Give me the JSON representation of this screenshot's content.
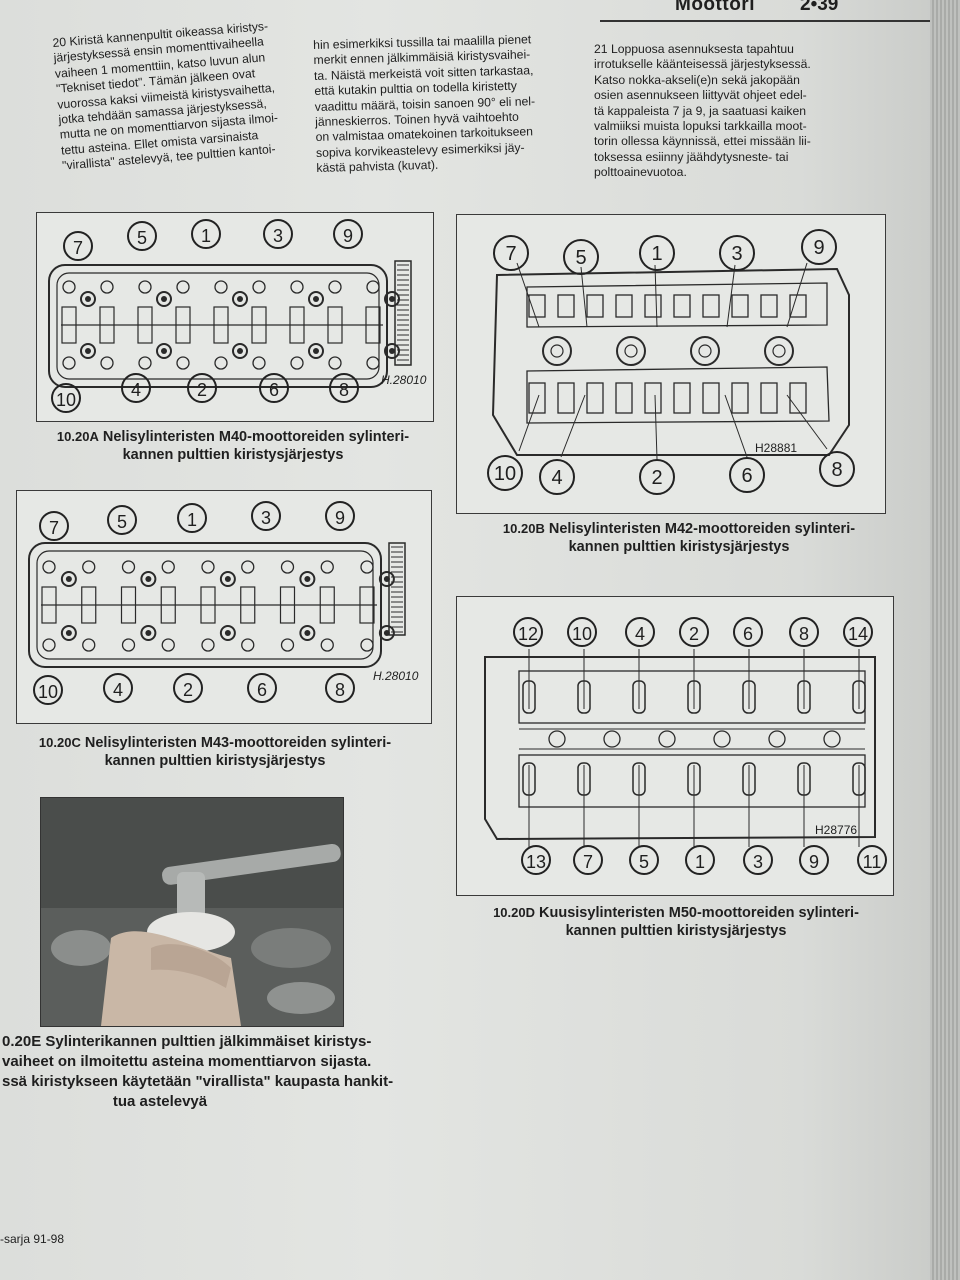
{
  "header": {
    "section": "Moottori",
    "page": "2•39"
  },
  "columns": {
    "col1": [
      "20 Kiristä kannenpultit oikeassa kiristys-",
      "järjestyksessä ensin momenttivaiheella",
      "vaiheen 1 momenttiin, katso luvun alun",
      "\"Tekniset tiedot\". Tämän jälkeen ovat",
      "vuorossa kaksi viimeistä kiristysvaihetta,",
      "jotka tehdään samassa järjestyksessä,",
      "mutta ne on momenttiarvon sijasta ilmoi-",
      "tettu asteina. Ellet omista varsinaista",
      "\"virallista\" astelevyä, tee pulttien kantoi-"
    ],
    "col2": [
      "hin esimerkiksi tussilla tai maalilla pienet",
      "merkit ennen jälkimmäisiä kiristysvaihei-",
      "ta. Näistä merkeistä voit sitten tarkastaa,",
      "että kutakin pulttia on todella kiristetty",
      "vaadittu määrä, toisin sanoen 90° eli nel-",
      "jänneskierros. Toinen hyvä vaihtoehto",
      "on valmistaa omatekoinen tarkoitukseen",
      "sopiva korvikeastelevy esimerkiksi jäy-",
      "kästä pahvista (kuvat)."
    ],
    "col3": [
      "21 Loppuosa asennuksesta tapahtuu",
      "irrotukselle käänteisessä järjestyksessä.",
      "Katso nokka-akseli(e)n sekä jakopään",
      "osien asennukseen liittyvät ohjeet edel-",
      "tä kappaleista 7 ja 9, ja saatuasi kaiken",
      "valmiiksi muista lopuksi tarkkailla moot-",
      "torin ollessa käynnissä, ettei missään lii-",
      "toksessa esiinny jäähdytysneste- tai",
      "polttoainevuotoa."
    ]
  },
  "figures": {
    "a": {
      "top_numbers": [
        "7",
        "5",
        "1",
        "3",
        "9"
      ],
      "bottom_numbers": [
        "10",
        "4",
        "2",
        "6",
        "8"
      ],
      "ref": "H.28010",
      "caption_num": "10.20A",
      "caption_l1": "Nelisylinteristen M40-moottoreiden sylinteri-",
      "caption_l2": "kannen pulttien kiristysjärjestys"
    },
    "b": {
      "top_numbers": [
        "7",
        "5",
        "1",
        "3",
        "9"
      ],
      "bottom_numbers": [
        "10",
        "4",
        "2",
        "6",
        "8"
      ],
      "ref": "H28881",
      "caption_num": "10.20B",
      "caption_l1": "Nelisylinteristen M42-moottoreiden sylinteri-",
      "caption_l2": "kannen pulttien kiristysjärjestys"
    },
    "c": {
      "top_numbers": [
        "7",
        "5",
        "1",
        "3",
        "9"
      ],
      "bottom_numbers": [
        "10",
        "4",
        "2",
        "6",
        "8"
      ],
      "ref": "H.28010",
      "caption_num": "10.20C",
      "caption_l1": "Nelisylinteristen M43-moottoreiden sylinteri-",
      "caption_l2": "kannen pulttien kiristysjärjestys"
    },
    "d": {
      "top_numbers": [
        "12",
        "10",
        "4",
        "2",
        "6",
        "8",
        "14"
      ],
      "bottom_numbers": [
        "13",
        "7",
        "5",
        "1",
        "3",
        "9",
        "11"
      ],
      "ref": "H28776",
      "caption_num": "10.20D",
      "caption_l1": "Kuusisylinteristen M50-moottoreiden sylinteri-",
      "caption_l2": "kannen pulttien kiristysjärjestys"
    },
    "e": {
      "caption_l1": "0.20E Sylinterikannen pulttien jälkimmäiset kiristys-",
      "caption_l2": "vaiheet on ilmoitettu asteina momenttiarvon sijasta.",
      "caption_l3": "ssä kiristykseen käytetään \"virallista\" kaupasta hankit-",
      "caption_l4": "tua astelevyä"
    }
  },
  "footer": "-sarja 91-98"
}
